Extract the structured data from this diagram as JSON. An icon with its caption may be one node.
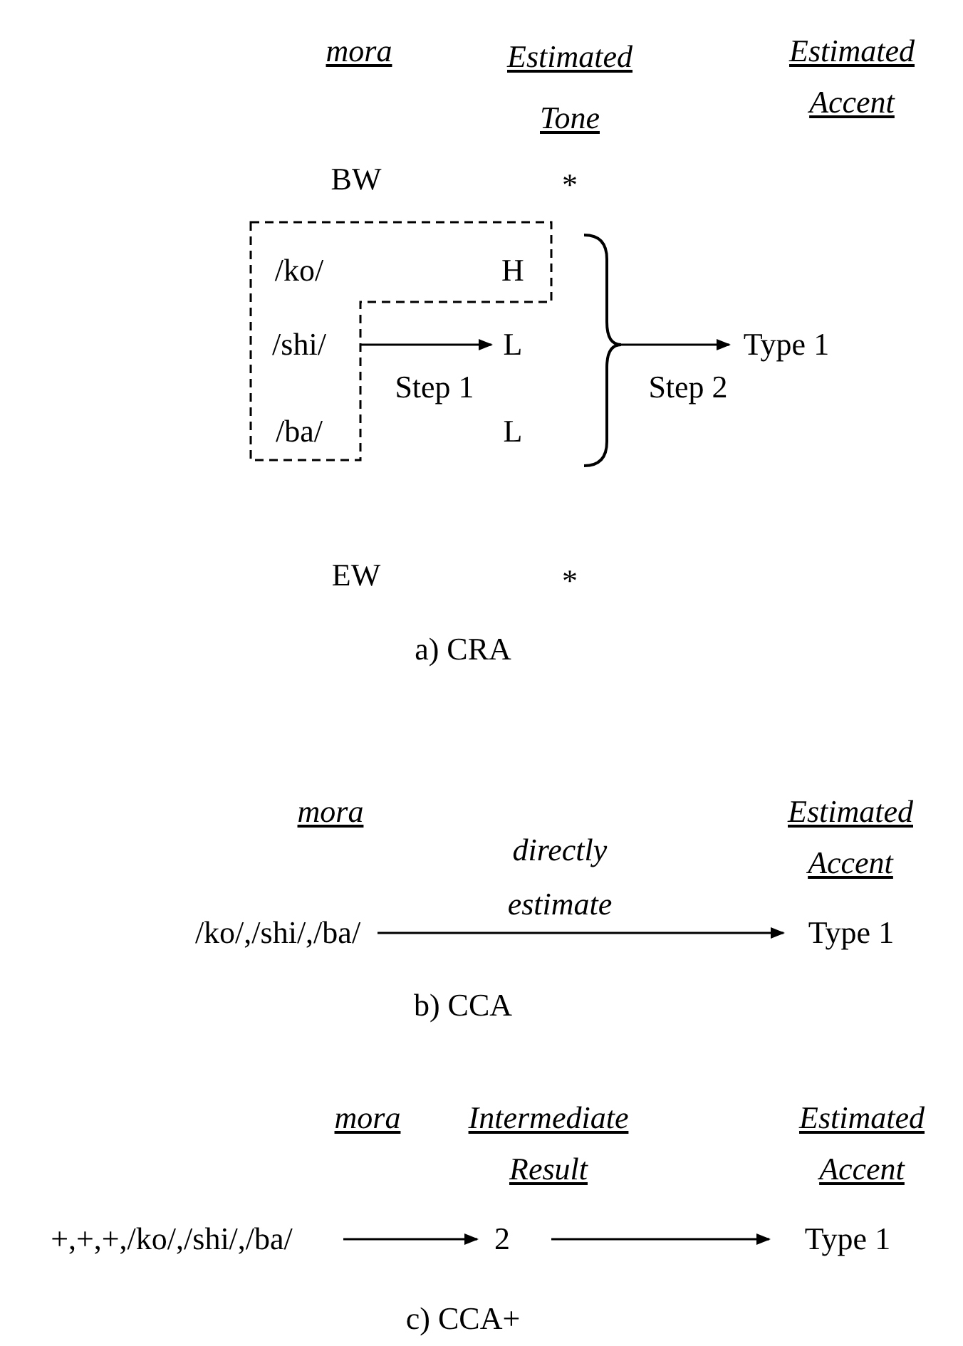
{
  "diagram": {
    "nodes": [
      {
        "text": [],
        "shape": "box"
      },
      {
        "text": [
          "/ko/"
        ],
        "in": 0
      },
      {
        "text": [
          "H"
        ],
        "in": 0
      },
      {
        "text": [
          "/shi/"
        ],
        "in": 0
      },
      {
        "text": [
          "/ba/"
        ],
        "in": 0
      },
      {
        "text": [
          "L"
        ]
      },
      {
        "text": [],
        "shape": "bracket"
      },
      {
        "text": [
          "Type 1"
        ]
      },
      {
        "text": [
          "/ko/,/shi/,/ba/"
        ]
      },
      {
        "text": [
          "Type 1"
        ]
      },
      {
        "text": [
          "+,+,+,/ko/,/shi/,/ba/"
        ]
      },
      {
        "text": [
          "2"
        ]
      },
      {
        "text": [
          "Type 1"
        ]
      }
    ],
    "edges": [
      {
        "from": 0,
        "to": 5,
        "arrow": "to",
        "label": "Step 1"
      },
      {
        "from": 6,
        "to": 7,
        "arrow": "to",
        "label": "Step 2"
      },
      {
        "from": 8,
        "to": 9,
        "arrow": "to",
        "label": "directly estimate"
      },
      {
        "from": 10,
        "to": 11,
        "arrow": "to"
      },
      {
        "from": 11,
        "to": 12,
        "arrow": "to"
      }
    ],
    "labels": [
      "mora",
      "Estimated Tone",
      "Estimated Accent",
      "BW",
      "*",
      "L",
      "EW",
      "*",
      "a) CRA",
      "mora",
      "Estimated Accent",
      "b) CCA",
      "mora",
      "Intermediate Result",
      "Estimated Accent",
      "c) CCA+"
    ]
  }
}
